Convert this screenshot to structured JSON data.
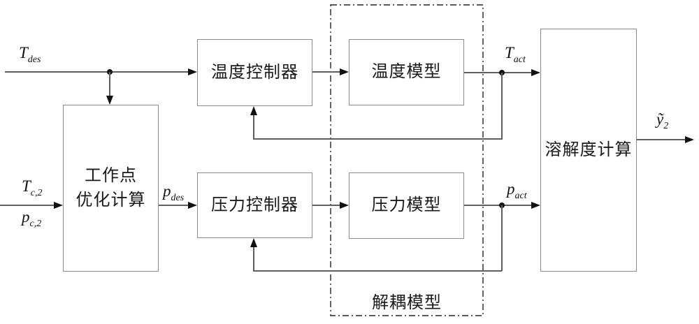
{
  "diagram": {
    "blocks": {
      "optimizer": {
        "label": "工作点\n优化计算"
      },
      "temp_controller": {
        "label": "温度控制器"
      },
      "temp_model": {
        "label": "温度模型"
      },
      "pressure_controller": {
        "label": "压力控制器"
      },
      "pressure_model": {
        "label": "压力模型"
      },
      "solubility": {
        "label": "溶解度计算"
      },
      "decoupling_region": {
        "label": "解耦模型"
      }
    },
    "signals": {
      "t_des": {
        "main": "T",
        "sub": "des"
      },
      "t_c2": {
        "main": "T",
        "sub": "c,2"
      },
      "p_c2": {
        "main": "p",
        "sub": "c,2"
      },
      "p_des": {
        "main": "p",
        "sub": "des"
      },
      "t_act": {
        "main": "T",
        "sub": "act"
      },
      "p_act": {
        "main": "p",
        "sub": "act"
      },
      "y2_out": {
        "main": "ỹ",
        "sub": "2"
      }
    },
    "colors": {
      "background": "#ffffff",
      "flow_line": "#5f5f5f",
      "box_border": "#8c8c8c",
      "arrowhead": "#111111",
      "text": "#1a1a1a",
      "dashed_boundary": "#222222"
    }
  }
}
